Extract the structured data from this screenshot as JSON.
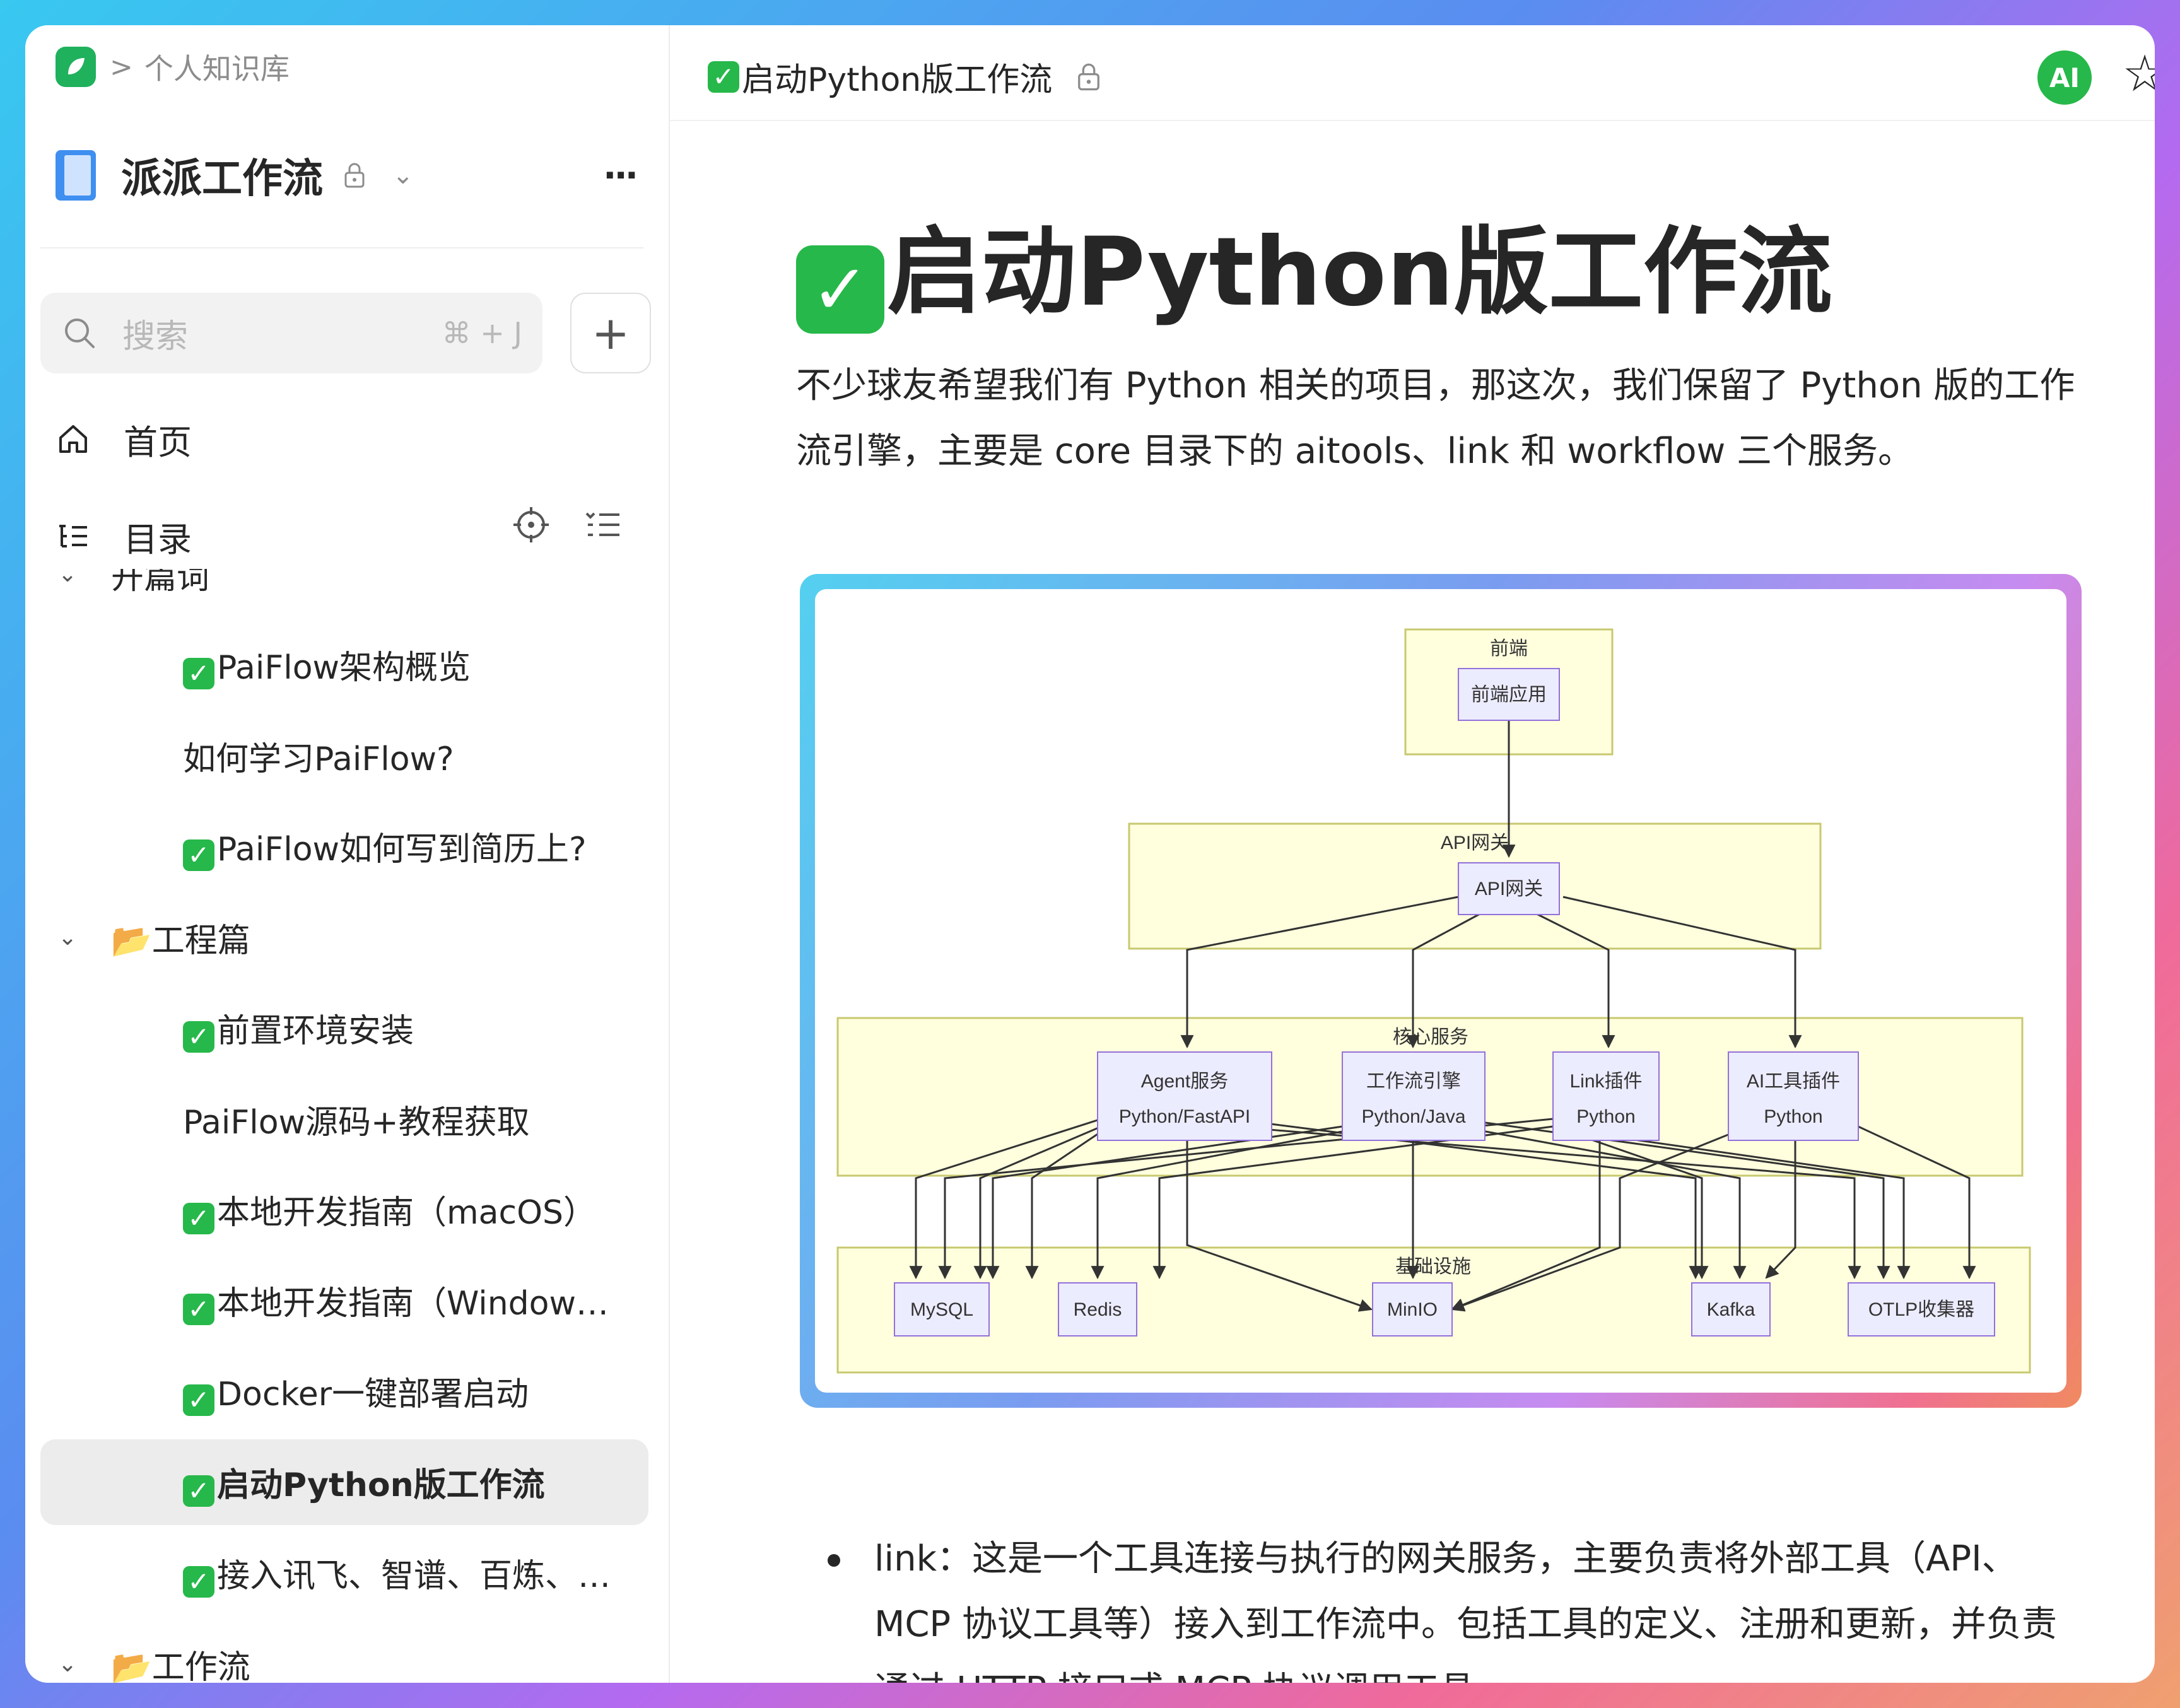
{
  "breadcrumb": {
    "separator": ">",
    "label": "个人知识库"
  },
  "kb": {
    "title": "派派工作流",
    "more": "···"
  },
  "search": {
    "placeholder": "搜索",
    "shortcut": "⌘ + J",
    "add": "+"
  },
  "nav": {
    "home": "首页",
    "toc": "目录"
  },
  "tree": [
    {
      "label": "开篇词",
      "level": 0,
      "group": true
    },
    {
      "label": "PaiFlow架构概览",
      "level": 1,
      "check": true
    },
    {
      "label": "如何学习PaiFlow?",
      "level": 1,
      "check": false
    },
    {
      "label": "PaiFlow如何写到简历上?",
      "level": 1,
      "check": true
    },
    {
      "label": "📂工程篇",
      "level": 0,
      "group": true
    },
    {
      "label": "前置环境安装",
      "level": 1,
      "check": true
    },
    {
      "label": "PaiFlow源码+教程获取",
      "level": 1,
      "check": false
    },
    {
      "label": "本地开发指南（macOS）",
      "level": 1,
      "check": true
    },
    {
      "label": "本地开发指南（Window…",
      "level": 1,
      "check": true
    },
    {
      "label": "Docker一键部署启动",
      "level": 1,
      "check": true
    },
    {
      "label": "启动Python版工作流",
      "level": 1,
      "check": true,
      "active": true
    },
    {
      "label": "接入讯飞、智谱、百炼、…",
      "level": 1,
      "check": true
    },
    {
      "label": "📂工作流",
      "level": 0,
      "group": true
    }
  ],
  "doc": {
    "crumb": "启动Python版工作流",
    "ai": "AI",
    "title": "启动Python版工作流",
    "intro": "不少球友希望我们有 Python 相关的项目，那这次，我们保留了 Python 版的工作流引擎，主要是 core 目录下的 aitools、link 和 workflow 三个服务。",
    "bullet1": "link：这是一个工具连接与执行的网关服务，主要负责将外部工具（API、MCP 协议工具等）接入到工作流中。包括工具的定义、注册和更新，并负责通过 HTTP 接口或 MCP 协议调用工具。"
  },
  "diagram": {
    "groups": {
      "frontend": "前端",
      "gateway": "API网关",
      "core": "核心服务",
      "infra": "基础设施"
    },
    "nodes": {
      "frontend_app": "前端应用",
      "api_gateway": "API网关",
      "agent_1": "Agent服务",
      "agent_2": "Python/FastAPI",
      "workflow_1": "工作流引擎",
      "workflow_2": "Python/Java",
      "link_1": "Link插件",
      "link_2": "Python",
      "aitools_1": "AI工具插件",
      "aitools_2": "Python",
      "mysql": "MySQL",
      "redis": "Redis",
      "minio": "MinIO",
      "kafka": "Kafka",
      "otlp": "OTLP收集器"
    }
  },
  "colors": {
    "accent": "#26b84a",
    "group_fill": "#ffffde",
    "group_stroke": "#c8c870",
    "node_fill": "#ececff",
    "node_stroke": "#9370db"
  }
}
